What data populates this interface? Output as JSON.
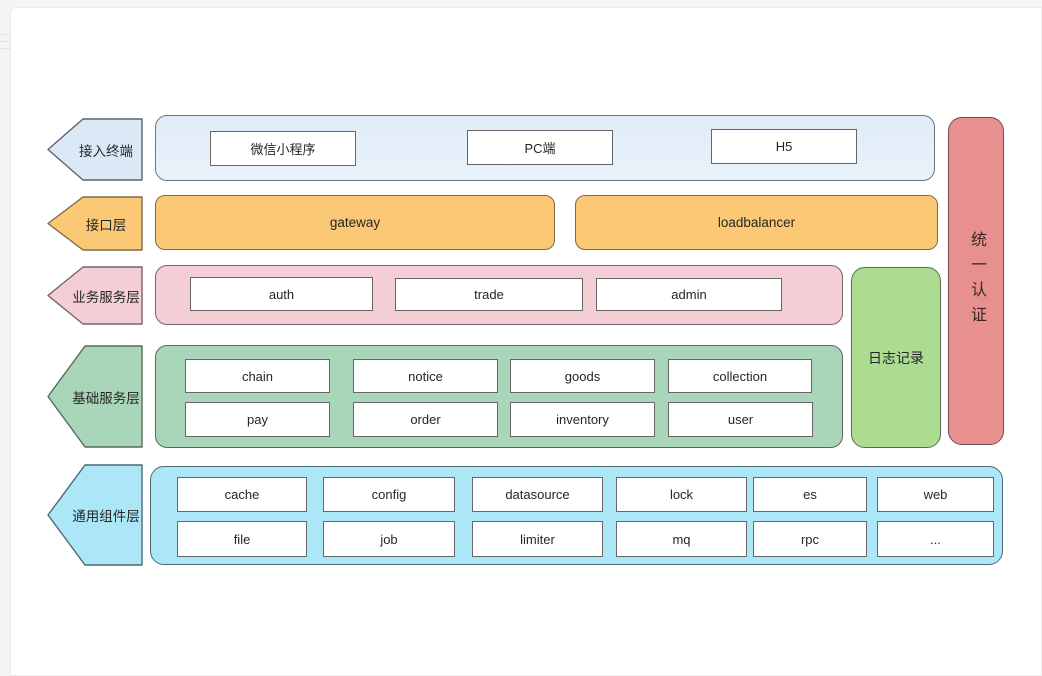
{
  "layers": [
    {
      "label": "接入终端",
      "items": [
        "微信小程序",
        "PC端",
        "H5"
      ]
    },
    {
      "label": "接口层",
      "items": [
        "gateway",
        "loadbalancer"
      ]
    },
    {
      "label": "业务服务层",
      "items": [
        "auth",
        "trade",
        "admin"
      ]
    },
    {
      "label": "基础服务层",
      "rows": [
        [
          "chain",
          "notice",
          "goods",
          "collection"
        ],
        [
          "pay",
          "order",
          "inventory",
          "user"
        ]
      ]
    },
    {
      "label": "通用组件层",
      "rows": [
        [
          "cache",
          "config",
          "datasource",
          "lock",
          "es",
          "web"
        ],
        [
          "file",
          "job",
          "limiter",
          "mq",
          "rpc",
          "..."
        ]
      ]
    }
  ],
  "sidebars": {
    "log": "日志记录",
    "unified_auth": "统一认证"
  },
  "colors": {
    "layer_blue": "#dbe9f7",
    "layer_orange": "#fbc875",
    "layer_pink": "#f3ced5",
    "layer_green": "#a9d6b8",
    "layer_cyan": "#abe7f7",
    "log_green": "#abdc92",
    "auth_red": "#e88f8f",
    "shape_border": "#5d646c",
    "node_border": "#666666"
  }
}
